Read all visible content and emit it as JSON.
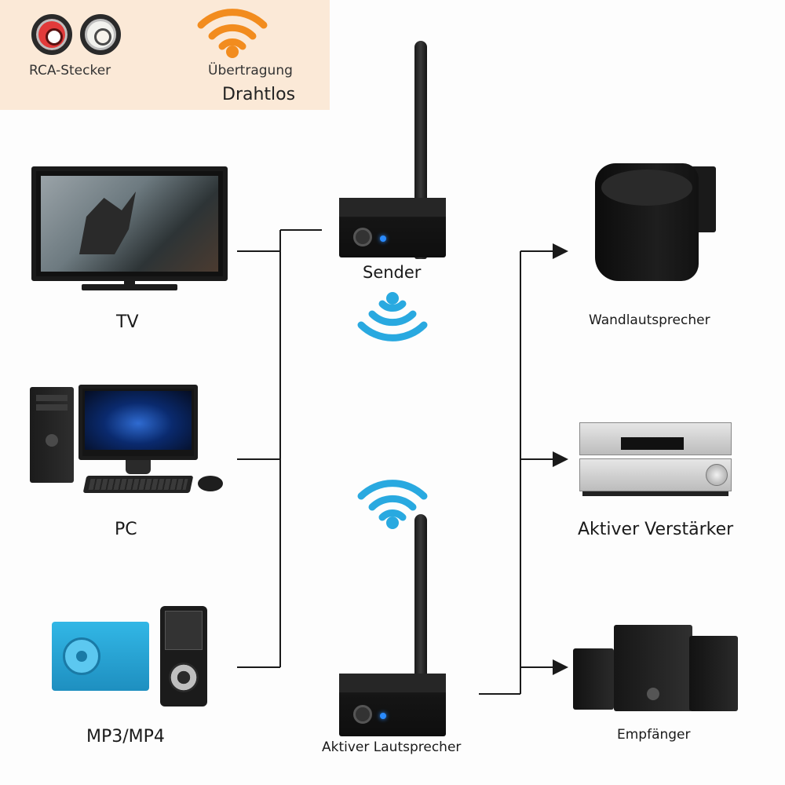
{
  "legend": {
    "rca_label": "RCA-Stecker",
    "transmission_label": "Übertragung",
    "wireless_label": "Drahtlos"
  },
  "sources": {
    "tv": "TV",
    "pc": "PC",
    "mp3": "MP3/MP4"
  },
  "devices": {
    "sender": "Sender",
    "receiver": "Aktiver Lautsprecher"
  },
  "outputs": {
    "wall_speaker": "Wandlautsprecher",
    "amplifier": "Aktiver Verstärker",
    "receiver": "Empfänger"
  },
  "colors": {
    "legend_bg": "#fbe9d7",
    "wifi_orange": "#f28c1e",
    "wifi_blue": "#29a9e0",
    "line": "#1a1a1a"
  },
  "icons": {
    "rca_red": "rca-red-icon",
    "rca_white": "rca-white-icon",
    "wifi_orange": "wifi-icon",
    "wifi_blue": "wifi-icon"
  }
}
